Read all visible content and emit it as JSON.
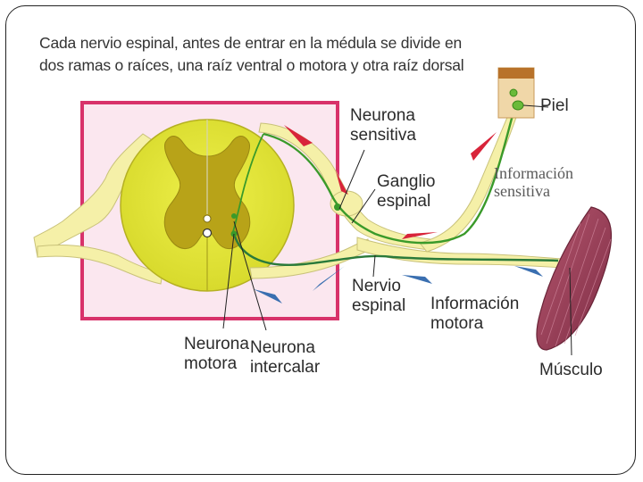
{
  "caption": {
    "line1": "Cada nervio espinal, antes de entrar en la médula se divide en",
    "line2": "dos ramas o raíces, una raíz ventral o motora y otra raíz dorsal"
  },
  "labels": {
    "neurona_sensitiva_1": "Neurona",
    "neurona_sensitiva_2": "sensitiva",
    "piel": "Piel",
    "ganglio_1": "Ganglio",
    "ganglio_2": "espinal",
    "info_sensitiva_1": "Información",
    "info_sensitiva_2": "sensitiva",
    "nervio_1": "Nervio",
    "nervio_2": "espinal",
    "info_motora_1": "Información",
    "info_motora_2": "motora",
    "neurona_motora_1": "Neurona",
    "neurona_motora_2": "motora",
    "neurona_intercalar_1": "Neurona",
    "neurona_intercalar_2": "intercalar",
    "musculo": "Músculo"
  },
  "colors": {
    "spinal_cord": "#e6e83a",
    "gray_matter": "#b8a318",
    "nerve": "#f5f0a8",
    "box_border": "#d8326a",
    "sensory_arrow": "#d8243a",
    "motor_arrow": "#3a6fb0",
    "muscle": "#9a3e58",
    "skin": "#e2b878"
  }
}
